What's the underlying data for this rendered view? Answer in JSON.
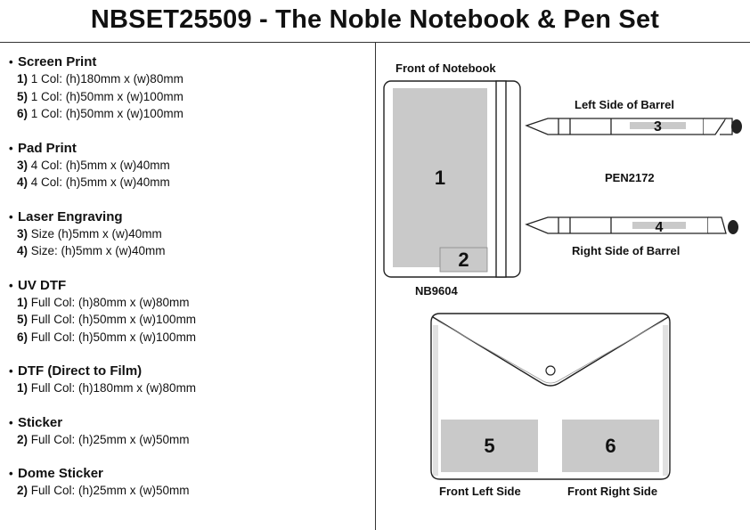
{
  "title": "NBSET25509 - The Noble Notebook & Pen Set",
  "bullet_glyph": "•",
  "methods": [
    {
      "name": "Screen Print",
      "specs": [
        {
          "num": "1)",
          "text": "1 Col: (h)180mm x (w)80mm"
        },
        {
          "num": "5)",
          "text": "1 Col: (h)50mm x (w)100mm"
        },
        {
          "num": "6)",
          "text": "1 Col: (h)50mm x (w)100mm"
        }
      ]
    },
    {
      "name": "Pad Print",
      "specs": [
        {
          "num": "3)",
          "text": "4 Col: (h)5mm x (w)40mm"
        },
        {
          "num": "4)",
          "text": "4 Col: (h)5mm x (w)40mm"
        }
      ]
    },
    {
      "name": "Laser Engraving",
      "specs": [
        {
          "num": "3)",
          "text": "Size (h)5mm x (w)40mm"
        },
        {
          "num": "4)",
          "text": "Size: (h)5mm x (w)40mm"
        }
      ]
    },
    {
      "name": "UV DTF",
      "specs": [
        {
          "num": "1)",
          "text": "Full Col: (h)80mm x (w)80mm"
        },
        {
          "num": "5)",
          "text": "Full Col: (h)50mm x (w)100mm"
        },
        {
          "num": "6)",
          "text": "Full Col: (h)50mm x (w)100mm"
        }
      ]
    },
    {
      "name": "DTF (Direct to Film)",
      "specs": [
        {
          "num": "1)",
          "text": "Full Col: (h)180mm x (w)80mm"
        }
      ]
    },
    {
      "name": "Sticker",
      "specs": [
        {
          "num": "2)",
          "text": "Full Col: (h)25mm x (w)50mm"
        }
      ]
    },
    {
      "name": "Dome Sticker",
      "specs": [
        {
          "num": "2)",
          "text": "Full Col: (h)25mm x (w)50mm"
        }
      ]
    }
  ],
  "diagram": {
    "notebook": {
      "front_label": "Front of Notebook",
      "code": "NB9604",
      "zone1": "1",
      "zone2": "2"
    },
    "pen": {
      "left_label": "Left Side of Barrel",
      "right_label": "Right Side of Barrel",
      "code": "PEN2172",
      "zone3": "3",
      "zone4": "4"
    },
    "pouch": {
      "left_label": "Front Left Side",
      "right_label": "Front Right Side",
      "zone5": "5",
      "zone6": "6"
    }
  },
  "colors": {
    "zone_fill": "#c9c9c9",
    "line": "#222222",
    "stylus_tip": "#222222"
  }
}
